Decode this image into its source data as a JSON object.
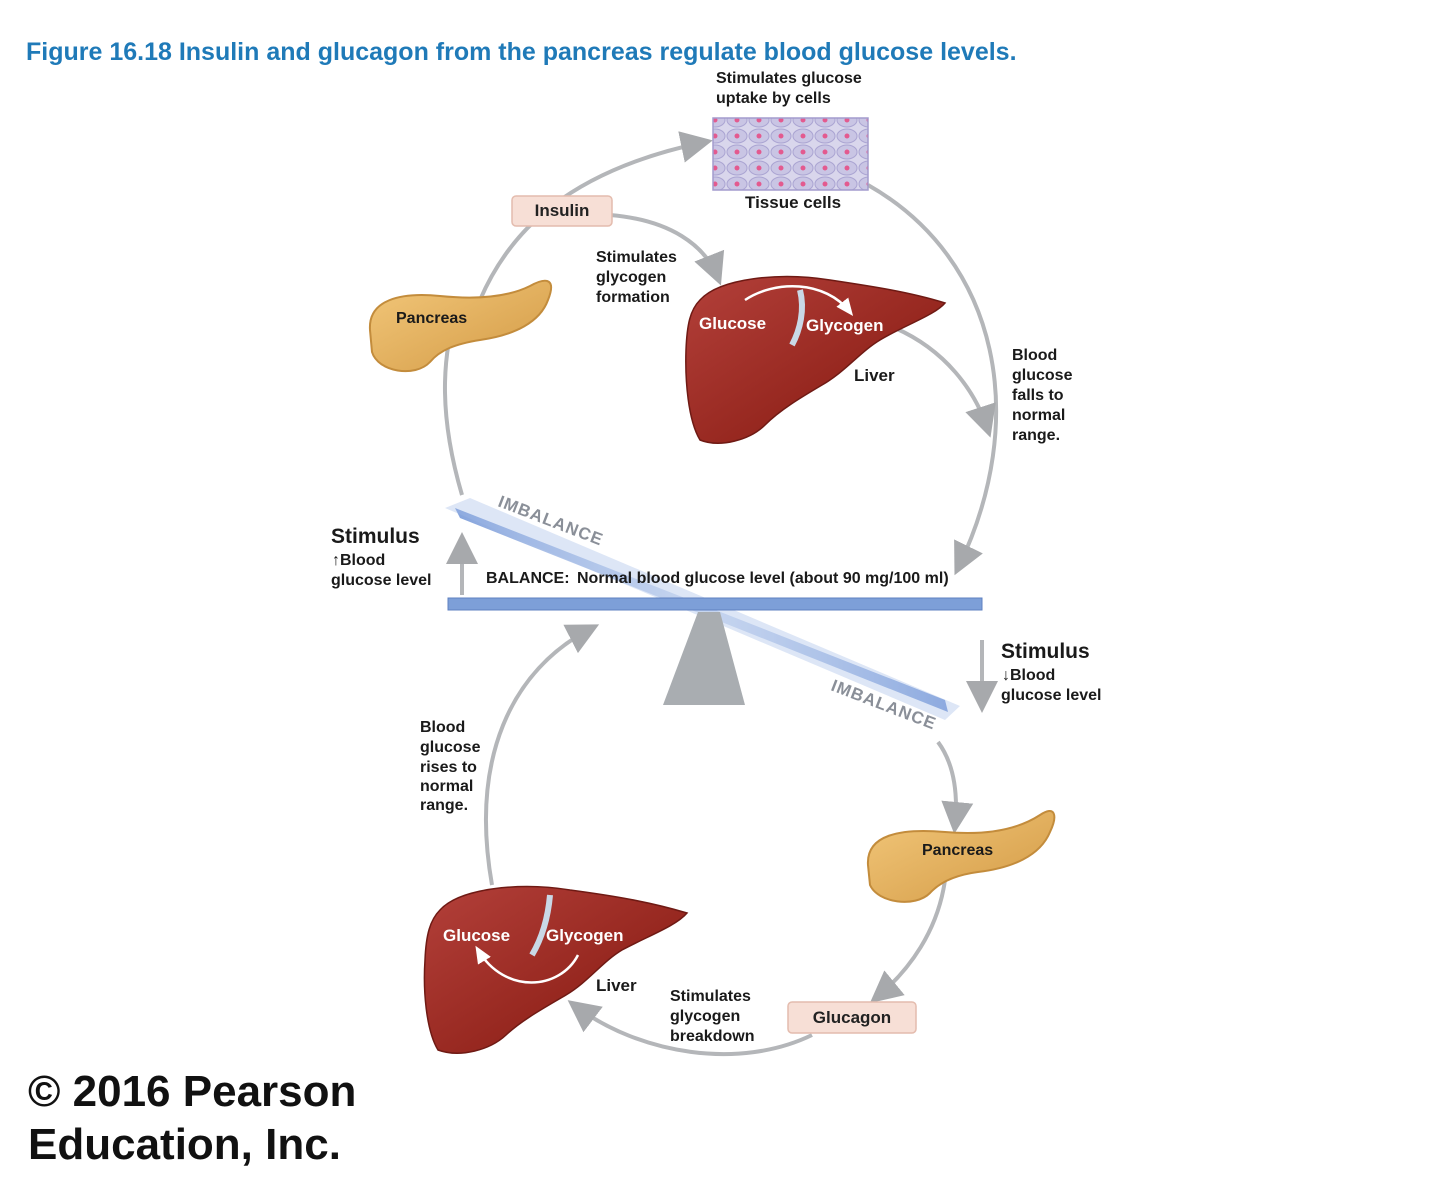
{
  "title": "Figure 16.18 Insulin and glucagon from the pancreas regulate blood glucose levels.",
  "top": {
    "tissue_caption_1": "Stimulates glucose",
    "tissue_caption_2": "uptake by cells",
    "tissue_label": "Tissue cells",
    "insulin_label": "Insulin",
    "pancreas_label": "Pancreas",
    "stim_glycogen_1": "Stimulates",
    "stim_glycogen_2": "glycogen",
    "stim_glycogen_3": "formation",
    "liver_glucose": "Glucose",
    "liver_glycogen": "Glycogen",
    "liver_label": "Liver",
    "falls_1": "Blood",
    "falls_2": "glucose",
    "falls_3": "falls to",
    "falls_4": "normal",
    "falls_5": "range."
  },
  "balance": {
    "imbalance_top": "IMBALANCE",
    "imbalance_bottom": "IMBALANCE",
    "balance_bold": "BALANCE:",
    "balance_text": "Normal blood glucose level (about 90 mg/100 ml)",
    "stim_left_title": "Stimulus",
    "stim_left_2": "Blood",
    "stim_left_3": "glucose level",
    "stim_right_title": "Stimulus",
    "stim_right_2": "Blood",
    "stim_right_3": "glucose level"
  },
  "bottom": {
    "rises_1": "Blood",
    "rises_2": "glucose",
    "rises_3": "rises to",
    "rises_4": "normal",
    "rises_5": "range.",
    "pancreas_label": "Pancreas",
    "glucagon_label": "Glucagon",
    "stim_breakdown_1": "Stimulates",
    "stim_breakdown_2": "glycogen",
    "stim_breakdown_3": "breakdown",
    "liver_glucose": "Glucose",
    "liver_glycogen": "Glycogen",
    "liver_label": "Liver"
  },
  "copyright_1": "© 2016 Pearson",
  "copyright_2": "Education, Inc.",
  "colors": {
    "title": "#1f7ab8",
    "liver": "#9b2b27",
    "pancreas": "#e3b060",
    "beam": "#7d9fd8",
    "arrow": "#b4b6b9",
    "hormone_box": "#f7dfd6"
  }
}
